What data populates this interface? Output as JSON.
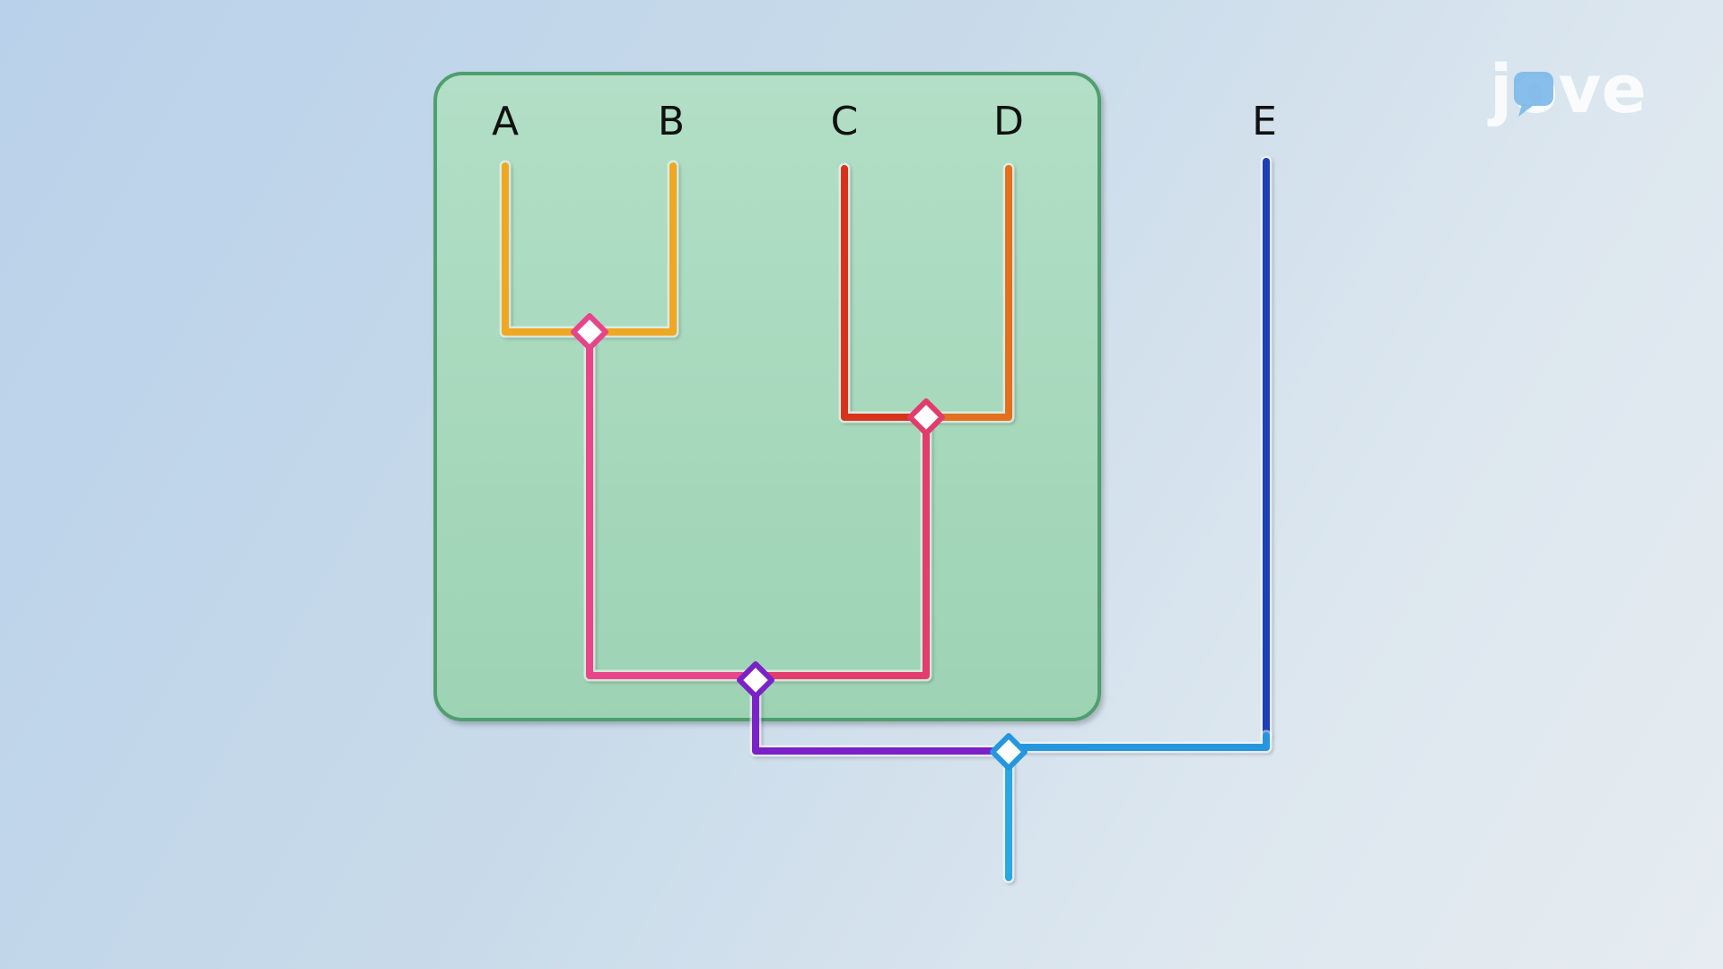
{
  "diagram": {
    "taxa": [
      {
        "id": "A",
        "label": "A"
      },
      {
        "id": "B",
        "label": "B"
      },
      {
        "id": "C",
        "label": "C"
      },
      {
        "id": "D",
        "label": "D"
      },
      {
        "id": "E",
        "label": "E"
      }
    ],
    "clade_groups": [
      {
        "id": "ABCD",
        "members": [
          "A",
          "B",
          "C",
          "D"
        ],
        "color": "#a3d5b8",
        "border_color": "#4f9f6e"
      }
    ],
    "branch_colors": {
      "A": "#f0a724",
      "B": "#f0a724",
      "C": "#d8321c",
      "D": "#e3701c",
      "AB": "#e8448a",
      "CD": "#e23c6c",
      "ABCD": "#7a22c8",
      "E": "#1d3fb5",
      "E_join": "#2597dd",
      "root": "#29a8e4"
    },
    "nodes": [
      {
        "id": "AB",
        "joins": [
          "A",
          "B"
        ],
        "color": "#e8448a"
      },
      {
        "id": "CD",
        "joins": [
          "C",
          "D"
        ],
        "color": "#e23c6c"
      },
      {
        "id": "ABCD",
        "joins": [
          "AB",
          "CD"
        ],
        "color": "#7a22c8"
      },
      {
        "id": "root",
        "joins": [
          "ABCD",
          "E"
        ],
        "color": "#2597dd"
      }
    ]
  },
  "logo": {
    "text": "jove",
    "icon": "speech-bubble-icon"
  }
}
